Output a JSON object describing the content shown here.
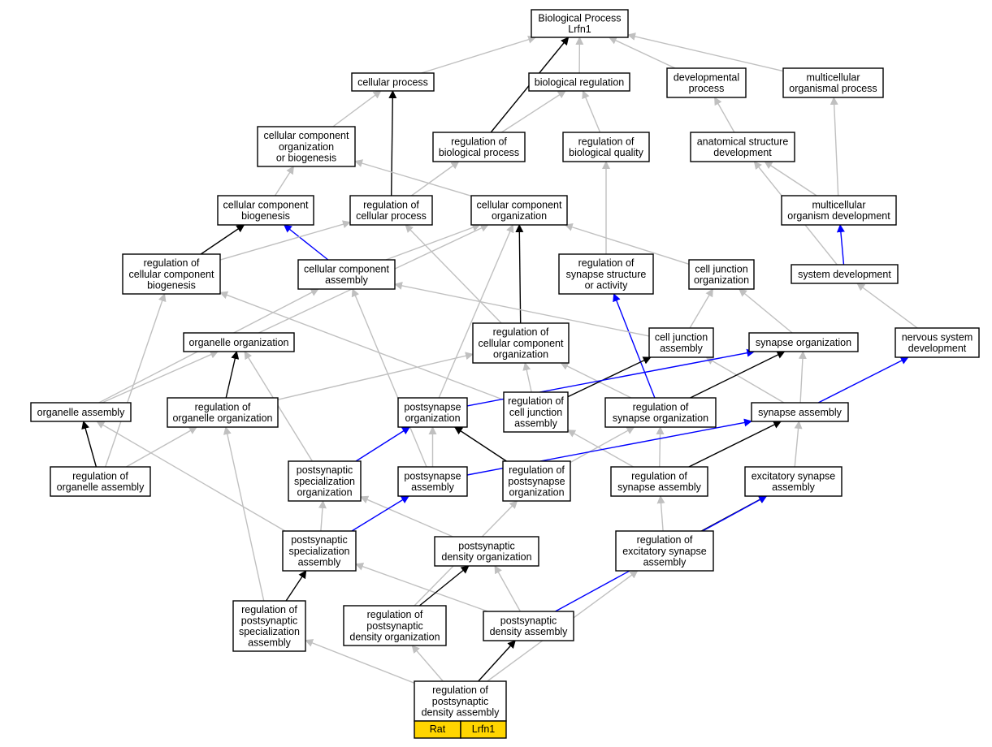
{
  "colors": {
    "is_a": "#c0c0c0",
    "part_of": "#000000",
    "regulates": "#0000ff",
    "legend_fill": "#ffd500"
  },
  "legend": {
    "species": "Rat",
    "gene": "Lrfn1"
  },
  "nodes": [
    {
      "id": "root",
      "lines": [
        "Biological Process",
        "Lrfn1"
      ]
    },
    {
      "id": "cellular-process",
      "lines": [
        "cellular process"
      ]
    },
    {
      "id": "biological-regulation",
      "lines": [
        "biological regulation"
      ]
    },
    {
      "id": "developmental-process",
      "lines": [
        "developmental",
        "process"
      ]
    },
    {
      "id": "multicellular-organismal-process",
      "lines": [
        "multicellular",
        "organismal process"
      ]
    },
    {
      "id": "cellular-component-organization-or-biogenesis",
      "lines": [
        "cellular component",
        "organization",
        "or biogenesis"
      ]
    },
    {
      "id": "regulation-of-biological-process",
      "lines": [
        "regulation of",
        "biological process"
      ]
    },
    {
      "id": "regulation-of-biological-quality",
      "lines": [
        "regulation of",
        "biological quality"
      ]
    },
    {
      "id": "anatomical-structure-development",
      "lines": [
        "anatomical structure",
        "development"
      ]
    },
    {
      "id": "cellular-component-biogenesis",
      "lines": [
        "cellular component",
        "biogenesis"
      ]
    },
    {
      "id": "regulation-of-cellular-process",
      "lines": [
        "regulation of",
        "cellular process"
      ]
    },
    {
      "id": "cellular-component-organization",
      "lines": [
        "cellular component",
        "organization"
      ]
    },
    {
      "id": "multicellular-organism-development",
      "lines": [
        "multicellular",
        "organism development"
      ]
    },
    {
      "id": "regulation-of-cellular-component-biogenesis",
      "lines": [
        "regulation of",
        "cellular component",
        "biogenesis"
      ]
    },
    {
      "id": "cellular-component-assembly",
      "lines": [
        "cellular component",
        "assembly"
      ]
    },
    {
      "id": "regulation-of-synapse-structure-or-activity",
      "lines": [
        "regulation of",
        "synapse structure",
        "or activity"
      ]
    },
    {
      "id": "cell-junction-organization",
      "lines": [
        "cell junction",
        "organization"
      ]
    },
    {
      "id": "system-development",
      "lines": [
        "system development"
      ]
    },
    {
      "id": "organelle-organization",
      "lines": [
        "organelle organization"
      ]
    },
    {
      "id": "regulation-of-cellular-component-organization",
      "lines": [
        "regulation of",
        "cellular component",
        "organization"
      ]
    },
    {
      "id": "cell-junction-assembly",
      "lines": [
        "cell junction",
        "assembly"
      ]
    },
    {
      "id": "synapse-organization",
      "lines": [
        "synapse organization"
      ]
    },
    {
      "id": "nervous-system-development",
      "lines": [
        "nervous system",
        "development"
      ]
    },
    {
      "id": "organelle-assembly",
      "lines": [
        "organelle assembly"
      ]
    },
    {
      "id": "regulation-of-organelle-organization",
      "lines": [
        "regulation of",
        "organelle organization"
      ]
    },
    {
      "id": "postsynapse-organization",
      "lines": [
        "postsynapse",
        "organization"
      ]
    },
    {
      "id": "regulation-of-cell-junction-assembly",
      "lines": [
        "regulation of",
        "cell junction",
        "assembly"
      ]
    },
    {
      "id": "regulation-of-synapse-organization",
      "lines": [
        "regulation of",
        "synapse organization"
      ]
    },
    {
      "id": "synapse-assembly",
      "lines": [
        "synapse assembly"
      ]
    },
    {
      "id": "regulation-of-organelle-assembly",
      "lines": [
        "regulation of",
        "organelle assembly"
      ]
    },
    {
      "id": "postsynaptic-specialization-organization",
      "lines": [
        "postsynaptic",
        "specialization",
        "organization"
      ]
    },
    {
      "id": "postsynapse-assembly",
      "lines": [
        "postsynapse",
        "assembly"
      ]
    },
    {
      "id": "regulation-of-postsynapse-organization",
      "lines": [
        "regulation of",
        "postsynapse",
        "organization"
      ]
    },
    {
      "id": "regulation-of-synapse-assembly",
      "lines": [
        "regulation of",
        "synapse assembly"
      ]
    },
    {
      "id": "excitatory-synapse-assembly",
      "lines": [
        "excitatory synapse",
        "assembly"
      ]
    },
    {
      "id": "postsynaptic-specialization-assembly",
      "lines": [
        "postsynaptic",
        "specialization",
        "assembly"
      ]
    },
    {
      "id": "postsynaptic-density-organization",
      "lines": [
        "postsynaptic",
        "density organization"
      ]
    },
    {
      "id": "regulation-of-excitatory-synapse-assembly",
      "lines": [
        "regulation of",
        "excitatory synapse",
        "assembly"
      ]
    },
    {
      "id": "regulation-of-postsynaptic-specialization-assembly",
      "lines": [
        "regulation of",
        "postsynaptic",
        "specialization",
        "assembly"
      ]
    },
    {
      "id": "regulation-of-postsynaptic-density-organization",
      "lines": [
        "regulation of",
        "postsynaptic",
        "density organization"
      ]
    },
    {
      "id": "postsynaptic-density-assembly",
      "lines": [
        "postsynaptic",
        "density assembly"
      ]
    },
    {
      "id": "regulation-of-postsynaptic-density-assembly",
      "lines": [
        "regulation of",
        "postsynaptic",
        "density assembly"
      ]
    }
  ],
  "edges": [
    {
      "from": "cellular-process",
      "to": "root",
      "type": "is_a"
    },
    {
      "from": "regulation-of-biological-process",
      "to": "root",
      "type": "part_of"
    },
    {
      "from": "biological-regulation",
      "to": "root",
      "type": "is_a"
    },
    {
      "from": "developmental-process",
      "to": "root",
      "type": "is_a"
    },
    {
      "from": "multicellular-organismal-process",
      "to": "root",
      "type": "is_a"
    },
    {
      "from": "cellular-component-organization-or-biogenesis",
      "to": "cellular-process",
      "type": "is_a"
    },
    {
      "from": "regulation-of-cellular-process",
      "to": "cellular-process",
      "type": "part_of"
    },
    {
      "from": "regulation-of-biological-process",
      "to": "biological-regulation",
      "type": "is_a"
    },
    {
      "from": "regulation-of-biological-quality",
      "to": "biological-regulation",
      "type": "is_a"
    },
    {
      "from": "anatomical-structure-development",
      "to": "developmental-process",
      "type": "is_a"
    },
    {
      "from": "cellular-component-biogenesis",
      "to": "cellular-component-organization-or-biogenesis",
      "type": "is_a"
    },
    {
      "from": "cellular-component-organization",
      "to": "cellular-component-organization-or-biogenesis",
      "type": "is_a"
    },
    {
      "from": "regulation-of-cellular-process",
      "to": "regulation-of-biological-process",
      "type": "is_a"
    },
    {
      "from": "regulation-of-synapse-structure-or-activity",
      "to": "regulation-of-biological-quality",
      "type": "is_a"
    },
    {
      "from": "multicellular-organism-development",
      "to": "anatomical-structure-development",
      "type": "is_a"
    },
    {
      "from": "system-development",
      "to": "anatomical-structure-development",
      "type": "is_a"
    },
    {
      "from": "multicellular-organism-development",
      "to": "multicellular-organismal-process",
      "type": "is_a"
    },
    {
      "from": "regulation-of-cellular-component-biogenesis",
      "to": "cellular-component-biogenesis",
      "type": "part_of"
    },
    {
      "from": "cellular-component-assembly",
      "to": "cellular-component-biogenesis",
      "type": "regulates"
    },
    {
      "from": "regulation-of-cellular-component-biogenesis",
      "to": "regulation-of-cellular-process",
      "type": "is_a"
    },
    {
      "from": "regulation-of-cellular-component-organization",
      "to": "regulation-of-cellular-process",
      "type": "is_a"
    },
    {
      "from": "cellular-component-assembly",
      "to": "cellular-component-organization",
      "type": "is_a"
    },
    {
      "from": "organelle-organization",
      "to": "cellular-component-organization",
      "type": "is_a"
    },
    {
      "from": "cell-junction-organization",
      "to": "cellular-component-organization",
      "type": "is_a"
    },
    {
      "from": "regulation-of-cellular-component-organization",
      "to": "cellular-component-organization",
      "type": "part_of"
    },
    {
      "from": "postsynapse-organization",
      "to": "cellular-component-organization",
      "type": "is_a"
    },
    {
      "from": "system-development",
      "to": "multicellular-organism-development",
      "type": "regulates"
    },
    {
      "from": "regulation-of-synapse-organization",
      "to": "regulation-of-synapse-structure-or-activity",
      "type": "regulates"
    },
    {
      "from": "cell-junction-assembly",
      "to": "cell-junction-organization",
      "type": "is_a"
    },
    {
      "from": "synapse-organization",
      "to": "cell-junction-organization",
      "type": "is_a"
    },
    {
      "from": "nervous-system-development",
      "to": "system-development",
      "type": "is_a"
    },
    {
      "from": "cell-junction-assembly",
      "to": "cellular-component-assembly",
      "type": "is_a"
    },
    {
      "from": "postsynapse-assembly",
      "to": "cellular-component-assembly",
      "type": "is_a"
    },
    {
      "from": "regulation-of-cell-junction-assembly",
      "to": "regulation-of-cellular-component-biogenesis",
      "type": "is_a"
    },
    {
      "from": "organelle-assembly",
      "to": "cellular-component-assembly",
      "type": "is_a"
    },
    {
      "from": "organelle-assembly",
      "to": "organelle-organization",
      "type": "is_a"
    },
    {
      "from": "regulation-of-organelle-organization",
      "to": "organelle-organization",
      "type": "part_of"
    },
    {
      "from": "postsynaptic-specialization-organization",
      "to": "organelle-organization",
      "type": "is_a"
    },
    {
      "from": "regulation-of-organelle-organization",
      "to": "regulation-of-cellular-component-organization",
      "type": "is_a"
    },
    {
      "from": "regulation-of-cell-junction-assembly",
      "to": "regulation-of-cellular-component-organization",
      "type": "is_a"
    },
    {
      "from": "regulation-of-synapse-organization",
      "to": "regulation-of-cellular-component-organization",
      "type": "is_a"
    },
    {
      "from": "regulation-of-cell-junction-assembly",
      "to": "cell-junction-assembly",
      "type": "part_of"
    },
    {
      "from": "synapse-assembly",
      "to": "cell-junction-assembly",
      "type": "is_a"
    },
    {
      "from": "postsynapse-organization",
      "to": "synapse-organization",
      "type": "regulates"
    },
    {
      "from": "regulation-of-synapse-organization",
      "to": "synapse-organization",
      "type": "part_of"
    },
    {
      "from": "synapse-assembly",
      "to": "synapse-organization",
      "type": "is_a"
    },
    {
      "from": "synapse-assembly",
      "to": "nervous-system-development",
      "type": "regulates"
    },
    {
      "from": "regulation-of-organelle-assembly",
      "to": "organelle-assembly",
      "type": "part_of"
    },
    {
      "from": "postsynaptic-specialization-assembly",
      "to": "organelle-assembly",
      "type": "is_a"
    },
    {
      "from": "regulation-of-organelle-assembly",
      "to": "regulation-of-organelle-organization",
      "type": "is_a"
    },
    {
      "from": "regulation-of-organelle-assembly",
      "to": "regulation-of-cellular-component-biogenesis",
      "type": "is_a"
    },
    {
      "from": "postsynaptic-specialization-organization",
      "to": "postsynapse-organization",
      "type": "regulates"
    },
    {
      "from": "postsynapse-assembly",
      "to": "postsynapse-organization",
      "type": "is_a"
    },
    {
      "from": "regulation-of-postsynapse-organization",
      "to": "postsynapse-organization",
      "type": "part_of"
    },
    {
      "from": "regulation-of-synapse-assembly",
      "to": "regulation-of-cell-junction-assembly",
      "type": "is_a"
    },
    {
      "from": "regulation-of-postsynapse-organization",
      "to": "regulation-of-synapse-organization",
      "type": "is_a"
    },
    {
      "from": "regulation-of-synapse-assembly",
      "to": "regulation-of-synapse-organization",
      "type": "is_a"
    },
    {
      "from": "postsynapse-assembly",
      "to": "synapse-assembly",
      "type": "regulates"
    },
    {
      "from": "regulation-of-synapse-assembly",
      "to": "synapse-assembly",
      "type": "part_of"
    },
    {
      "from": "excitatory-synapse-assembly",
      "to": "synapse-assembly",
      "type": "is_a"
    },
    {
      "from": "postsynaptic-specialization-assembly",
      "to": "postsynaptic-specialization-organization",
      "type": "is_a"
    },
    {
      "from": "postsynaptic-density-organization",
      "to": "postsynaptic-specialization-organization",
      "type": "is_a"
    },
    {
      "from": "postsynaptic-specialization-assembly",
      "to": "postsynapse-assembly",
      "type": "regulates"
    },
    {
      "from": "regulation-of-postsynaptic-density-organization",
      "to": "regulation-of-postsynapse-organization",
      "type": "is_a"
    },
    {
      "from": "regulation-of-excitatory-synapse-assembly",
      "to": "regulation-of-synapse-assembly",
      "type": "is_a"
    },
    {
      "from": "regulation-of-excitatory-synapse-assembly",
      "to": "excitatory-synapse-assembly",
      "type": "part_of"
    },
    {
      "from": "postsynaptic-density-assembly",
      "to": "excitatory-synapse-assembly",
      "type": "regulates"
    },
    {
      "from": "regulation-of-postsynaptic-specialization-assembly",
      "to": "postsynaptic-specialization-assembly",
      "type": "part_of"
    },
    {
      "from": "regulation-of-postsynaptic-specialization-assembly",
      "to": "regulation-of-organelle-organization",
      "type": "is_a"
    },
    {
      "from": "postsynaptic-density-assembly",
      "to": "postsynaptic-specialization-assembly",
      "type": "is_a"
    },
    {
      "from": "regulation-of-postsynaptic-density-organization",
      "to": "postsynaptic-density-organization",
      "type": "part_of"
    },
    {
      "from": "postsynaptic-density-assembly",
      "to": "postsynaptic-density-organization",
      "type": "is_a"
    },
    {
      "from": "regulation-of-postsynaptic-density-assembly",
      "to": "regulation-of-postsynaptic-specialization-assembly",
      "type": "is_a"
    },
    {
      "from": "regulation-of-postsynaptic-density-assembly",
      "to": "regulation-of-postsynaptic-density-organization",
      "type": "is_a"
    },
    {
      "from": "regulation-of-postsynaptic-density-assembly",
      "to": "postsynaptic-density-assembly",
      "type": "part_of"
    },
    {
      "from": "regulation-of-postsynaptic-density-assembly",
      "to": "regulation-of-excitatory-synapse-assembly",
      "type": "is_a"
    }
  ]
}
